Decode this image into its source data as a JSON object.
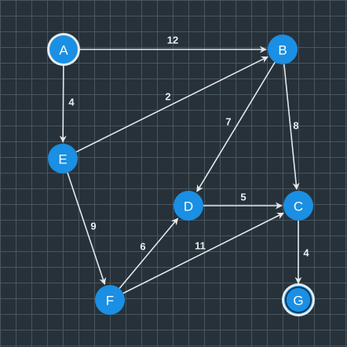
{
  "colors": {
    "background": "#26313a",
    "grid": "#4a565e",
    "node_fill": "#1a8fe3",
    "node_stroke": "#1a8fe3",
    "highlight_ring": "#e6ecef",
    "edge": "#e4e8ea",
    "text": "#ffffff"
  },
  "graph": {
    "nodes": [
      {
        "id": "A",
        "label": "A",
        "highlighted": true
      },
      {
        "id": "B",
        "label": "B",
        "highlighted": false
      },
      {
        "id": "C",
        "label": "C",
        "highlighted": false
      },
      {
        "id": "D",
        "label": "D",
        "highlighted": false
      },
      {
        "id": "E",
        "label": "E",
        "highlighted": false
      },
      {
        "id": "F",
        "label": "F",
        "highlighted": false
      },
      {
        "id": "G",
        "label": "G",
        "highlighted": true
      }
    ],
    "edges": [
      {
        "from": "A",
        "to": "B",
        "weight": "12"
      },
      {
        "from": "A",
        "to": "E",
        "weight": "4"
      },
      {
        "from": "E",
        "to": "B",
        "weight": "2"
      },
      {
        "from": "B",
        "to": "D",
        "weight": "7"
      },
      {
        "from": "B",
        "to": "C",
        "weight": "8"
      },
      {
        "from": "E",
        "to": "F",
        "weight": "9"
      },
      {
        "from": "D",
        "to": "C",
        "weight": "5"
      },
      {
        "from": "F",
        "to": "D",
        "weight": "6"
      },
      {
        "from": "F",
        "to": "C",
        "weight": "11"
      },
      {
        "from": "C",
        "to": "G",
        "weight": "4"
      }
    ]
  }
}
